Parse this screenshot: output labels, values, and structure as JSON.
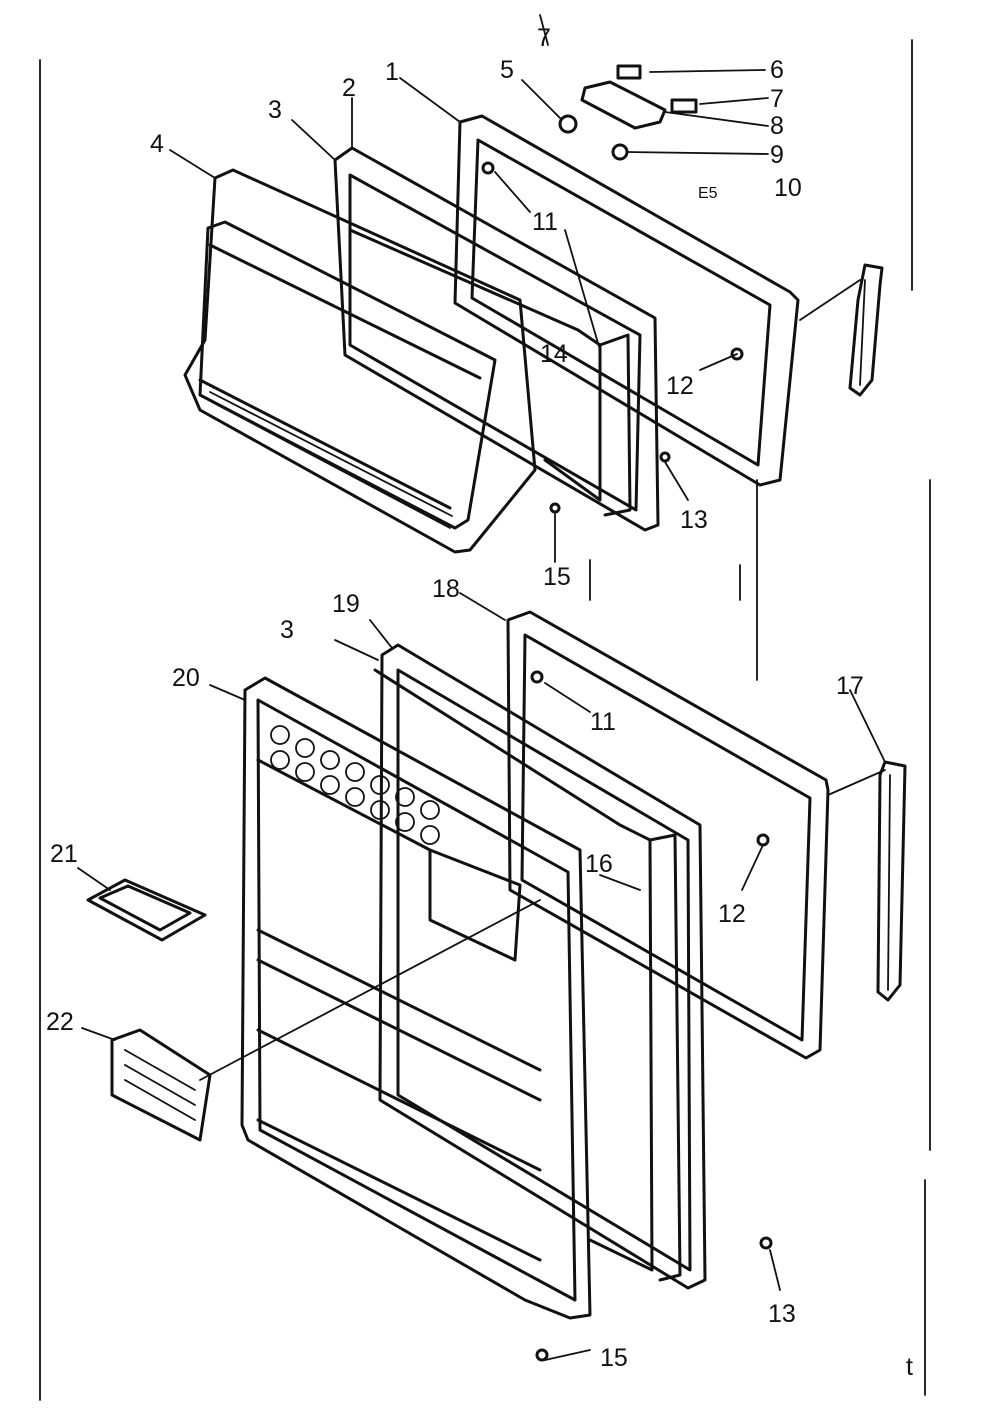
{
  "diagram": {
    "top_label": "7",
    "note_code": "E5",
    "bottom_mark": "t",
    "callouts": [
      "1",
      "2",
      "3",
      "4",
      "5",
      "6",
      "7",
      "8",
      "9",
      "10",
      "11",
      "12",
      "13",
      "14",
      "15",
      "3",
      "19",
      "18",
      "11",
      "20",
      "17",
      "21",
      "16",
      "12",
      "22",
      "13",
      "15"
    ]
  },
  "colors": {
    "ink": "#111111",
    "paper": "#ffffff"
  }
}
